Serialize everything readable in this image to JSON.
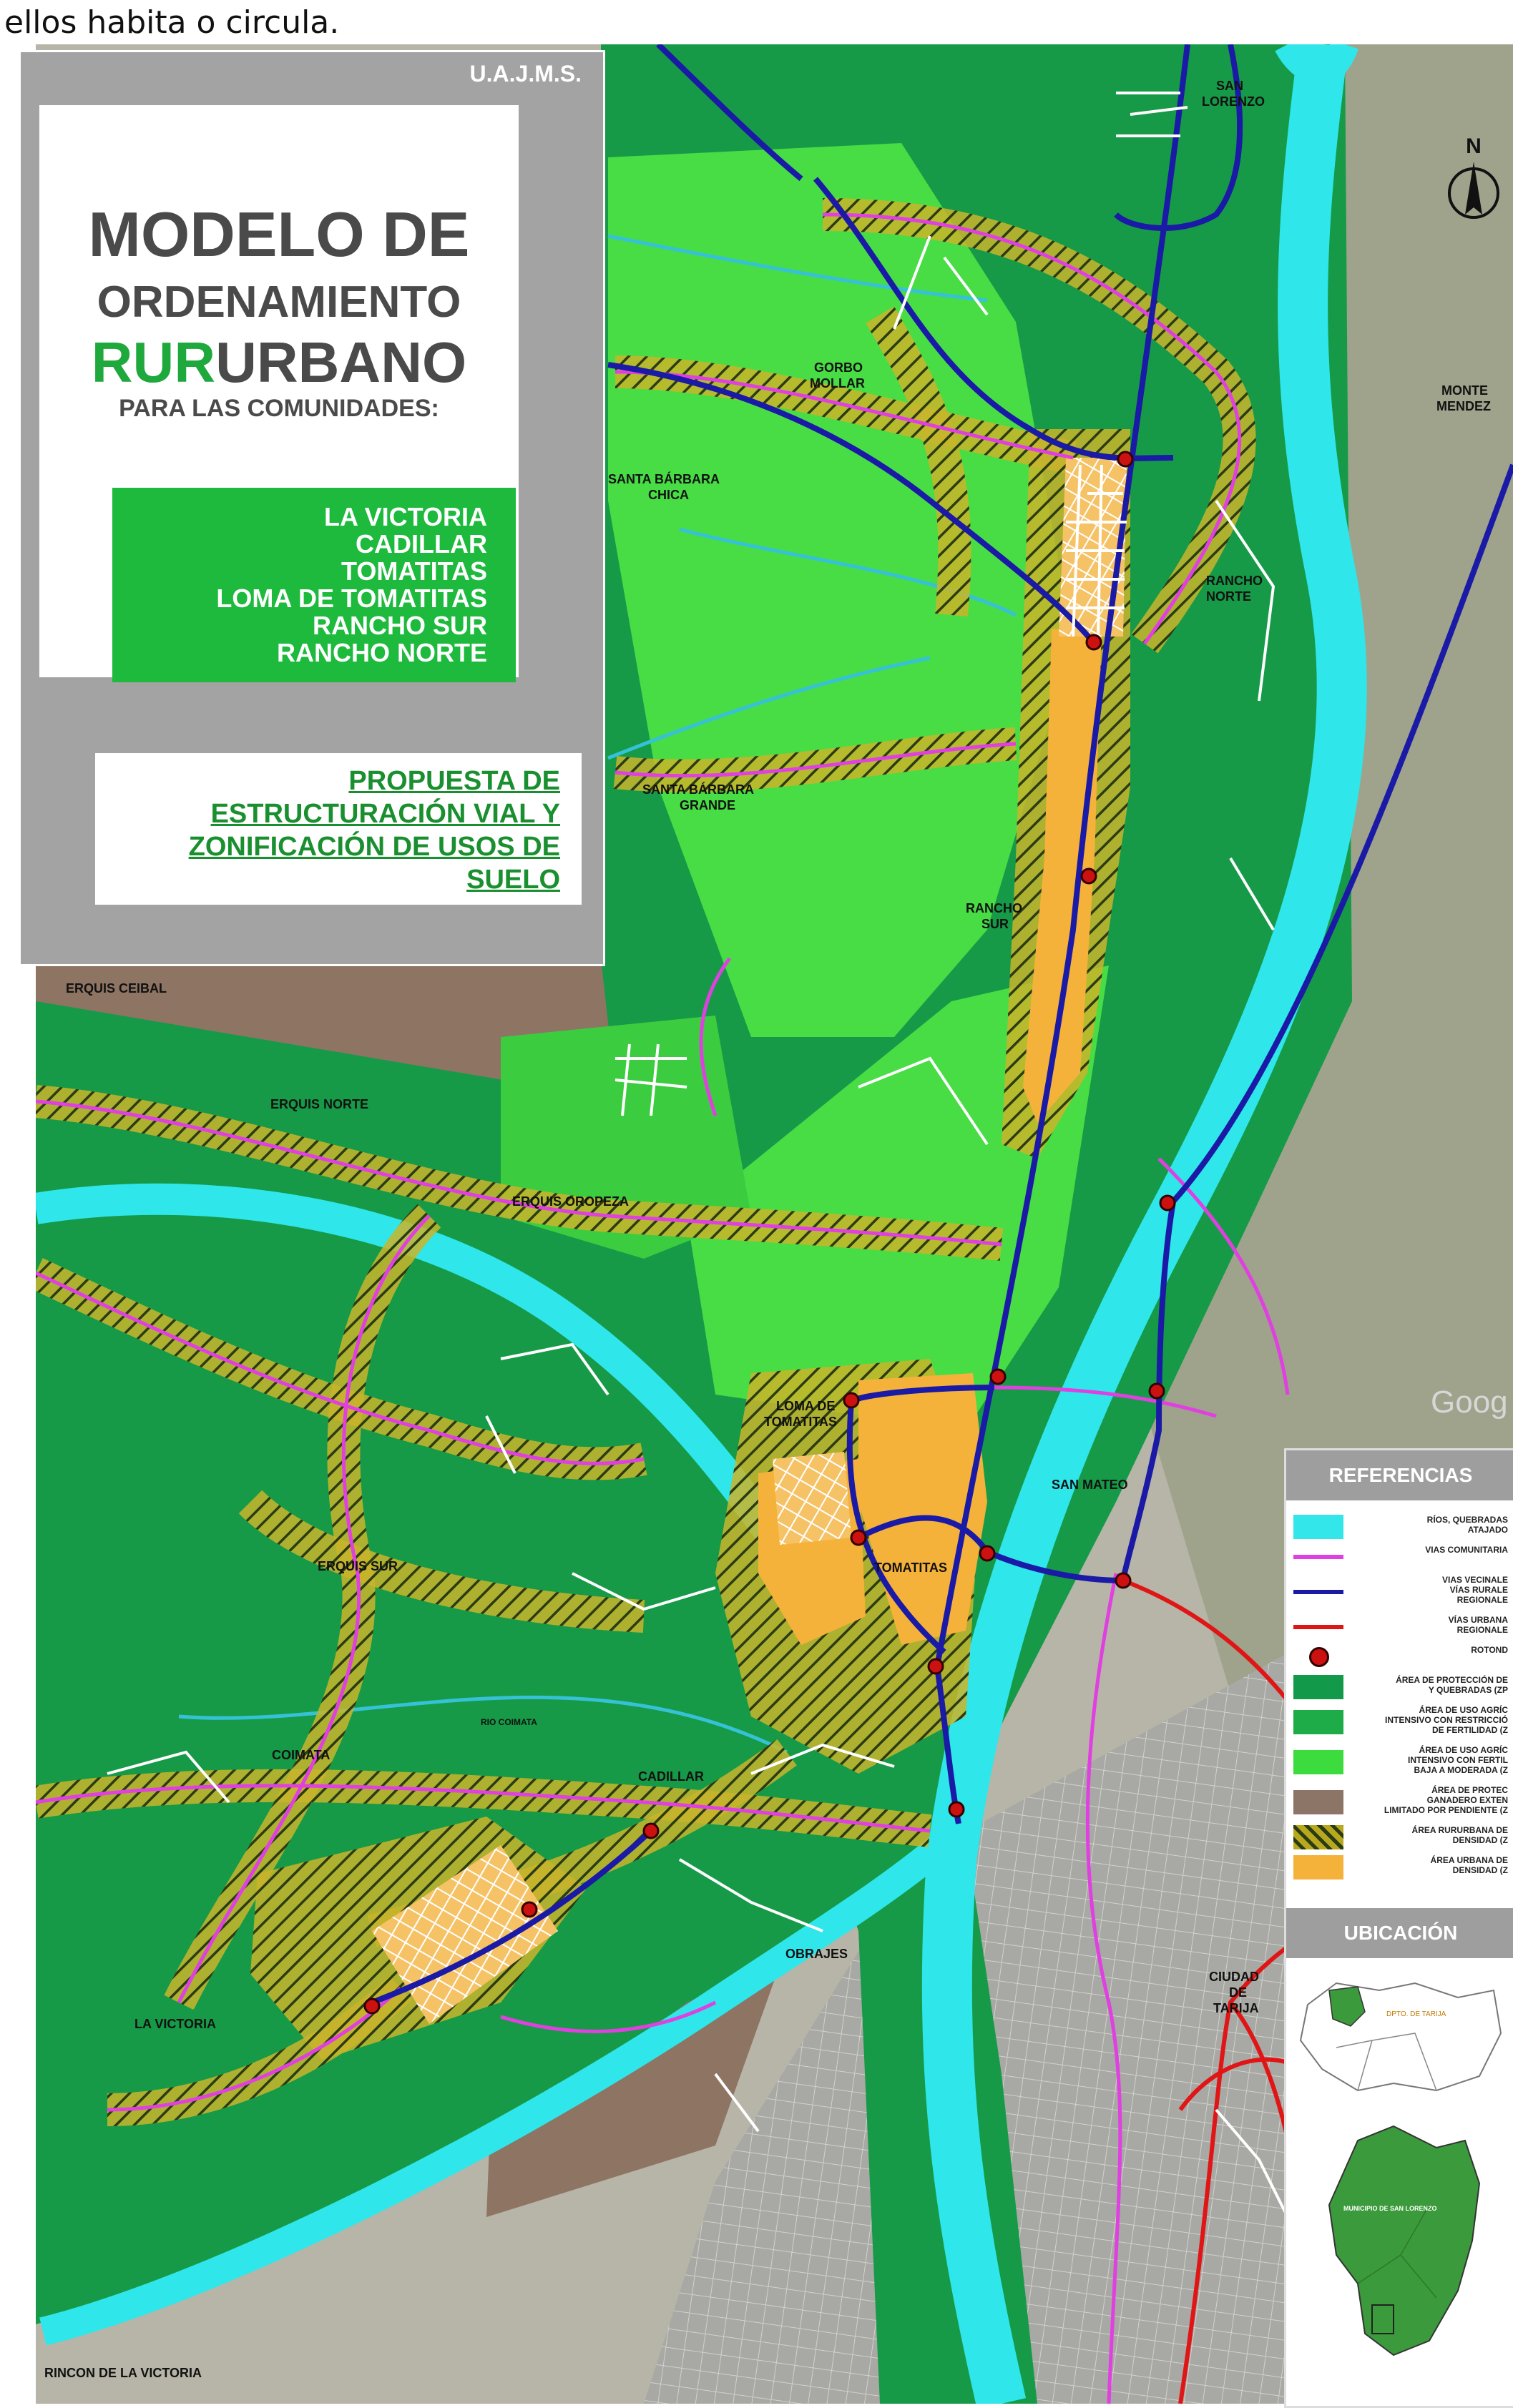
{
  "header_text": "ellos habita o circula.",
  "panel": {
    "org": "U.A.J.M.S.",
    "title_line1": "MODELO DE",
    "title_line2": "ORDENAMIENTO",
    "title_line3_accent": "RUR",
    "title_line3_rest": "URBANO",
    "title_line4": "PARA LAS COMUNIDADES:",
    "communities": [
      "LA VICTORIA",
      "CADILLAR",
      "TOMATITAS",
      "LOMA DE TOMATITAS",
      "RANCHO SUR",
      "RANCHO NORTE"
    ],
    "proposal_lines": [
      "PROPUESTA DE",
      "ESTRUCTURACIÓN VIAL Y",
      "ZONIFICACIÓN DE USOS DE",
      "SUELO"
    ]
  },
  "north_label": "N",
  "watermark": "Goog",
  "place_labels": {
    "san_lorenzo": [
      "SAN",
      "LORENZO"
    ],
    "monte_mendez": [
      "MONTE",
      "MENDEZ"
    ],
    "gorbo_mollar": [
      "GORBO",
      "MOLLAR"
    ],
    "santa_barbara_chica": [
      "SANTA BÁRBARA",
      "CHICA"
    ],
    "rancho_norte": [
      "RANCHO",
      "NORTE"
    ],
    "santa_barbara_grande": [
      "SANTA BÁRBARA",
      "GRANDE"
    ],
    "rancho_sur": [
      "RANCHO",
      "SUR"
    ],
    "erquis_ceibal": "ERQUIS CEIBAL",
    "erquis_norte": "ERQUIS NORTE",
    "erquis_oropeza": "ERQUIS OROPEZA",
    "loma_de_tomatitas": [
      "LOMA DE",
      "TOMATITAS"
    ],
    "san_mateo": "SAN MATEO",
    "tomatitas": "TOMATITAS",
    "erquis_sur": "ERQUIS SUR",
    "rio_coimata": "RIO COIMATA",
    "coimata": "COIMATA",
    "cadillar": "CADILLAR",
    "obrajes": "OBRAJES",
    "ciudad_de_tarija": [
      "CIUDAD",
      "DE",
      "TARIJA"
    ],
    "la_victoria": "LA VICTORIA",
    "rincon_de_la_victoria": "RINCON DE LA VICTORIA"
  },
  "legend": {
    "title": "REFERENCIAS",
    "items": [
      {
        "kind": "swatch",
        "color": "#33e6ea",
        "lines": [
          "RÍOS, QUEBRADAS",
          "ATAJADO"
        ]
      },
      {
        "kind": "line",
        "color": "#e040e0",
        "lines": [
          "VIAS COMUNITARIA"
        ]
      },
      {
        "kind": "line",
        "color": "#1a1aa6",
        "lines": [
          "VIAS VECINALE",
          "VÍAS RURALE",
          "REGIONALE"
        ]
      },
      {
        "kind": "line",
        "color": "#e01515",
        "lines": [
          "VÍAS URBANA",
          "REGIONALE"
        ]
      },
      {
        "kind": "dot",
        "color": "#cc1111",
        "lines": [
          "ROTOND"
        ]
      },
      {
        "kind": "swatch",
        "color": "#129a4a",
        "lines": [
          "ÁREA DE PROTECCIÓN DE",
          "Y QUEBRADAS (ZP"
        ]
      },
      {
        "kind": "swatch",
        "color": "#1dac48",
        "lines": [
          "ÁREA DE USO AGRÍC",
          "INTENSIVO CON RESTRICCIÓ",
          "DE FERTILIDAD (Z"
        ]
      },
      {
        "kind": "swatch",
        "color": "#3ddc3e",
        "lines": [
          "ÁREA DE USO AGRÍC",
          "INTENSIVO CON FERTIL",
          "BAJA A MODERADA (Z"
        ]
      },
      {
        "kind": "swatch",
        "color": "#8c7566",
        "lines": [
          "ÁREA DE PROTEC",
          "GANADERO EXTEN",
          "LIMITADO POR PENDIENTE (Z"
        ]
      },
      {
        "kind": "hatch",
        "color": "#b8a81e",
        "lines": [
          "ÁREA RURURBANA DE",
          "DENSIDAD (Z"
        ]
      },
      {
        "kind": "swatch",
        "color": "#f5b23a",
        "lines": [
          "ÁREA URBANA DE",
          "DENSIDAD (Z"
        ]
      }
    ],
    "location_title": "UBICACIÓN",
    "dept_label": "DPTO. DE TARIJA",
    "municipality_label": "MUNICIPIO DE SAN LORENZO"
  }
}
